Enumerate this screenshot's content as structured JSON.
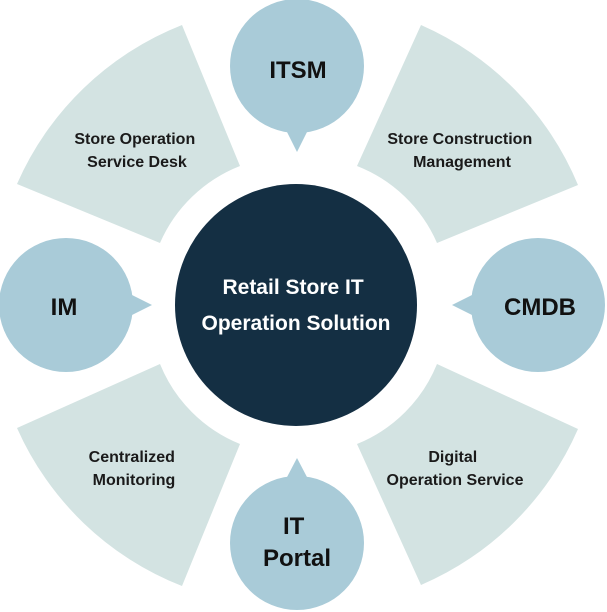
{
  "center": {
    "lines": [
      "Retail Store IT",
      "Operation Solution"
    ]
  },
  "segments": [
    {
      "id": "store-operation-service-desk",
      "lines": [
        "Store Operation",
        "Service Desk"
      ]
    },
    {
      "id": "store-construction-management",
      "lines": [
        "Store Construction",
        "Management"
      ]
    },
    {
      "id": "centralized-monitoring",
      "lines": [
        "Centralized",
        "Monitoring"
      ]
    },
    {
      "id": "digital-operation-service",
      "lines": [
        "Digital",
        "Operation Service"
      ]
    }
  ],
  "bubbles": [
    {
      "id": "itsm",
      "lines": [
        "ITSM"
      ]
    },
    {
      "id": "im",
      "lines": [
        "IM"
      ]
    },
    {
      "id": "cmdb",
      "lines": [
        "CMDB"
      ]
    },
    {
      "id": "it-portal",
      "lines": [
        "IT",
        "Portal"
      ]
    }
  ],
  "colors": {
    "segment_fill": "#d3e3e2",
    "bubble_fill": "#a9cbd8",
    "center_fill": "#142f43",
    "center_text": "#ffffff",
    "label_text": "#1a1a1a"
  }
}
